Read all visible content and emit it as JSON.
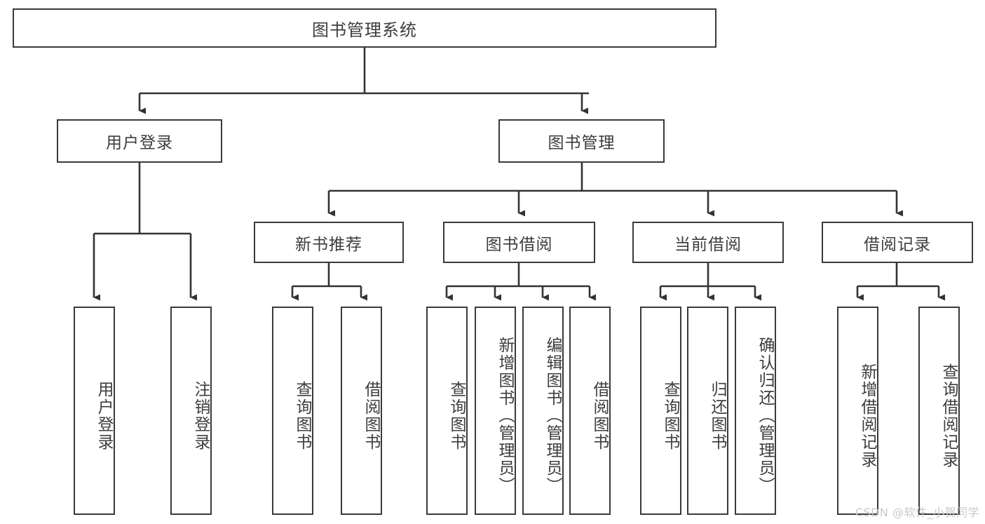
{
  "diagram": {
    "title": "图书管理系统",
    "type": "tree-hierarchy-diagram",
    "watermark": "CSDN @软件_小贺同学",
    "colors": {
      "box_border": "#3a3a3a",
      "box_fill": "#ffffff",
      "connector": "#333333",
      "text": "#3d3d3d",
      "watermark": "#c9c9c9",
      "background": "#ffffff"
    },
    "nodes": {
      "root": {
        "label": "图书管理系统"
      },
      "level2": [
        {
          "id": "user-login",
          "label": "用户登录"
        },
        {
          "id": "book-manage",
          "label": "图书管理"
        }
      ],
      "level3": [
        {
          "id": "new-book-rec",
          "label": "新书推荐"
        },
        {
          "id": "book-borrow",
          "label": "图书借阅"
        },
        {
          "id": "current-borrow",
          "label": "当前借阅"
        },
        {
          "id": "borrow-record",
          "label": "借阅记录"
        }
      ],
      "leaves": {
        "user-login": [
          {
            "id": "leaf-user-login",
            "label": "用户登录"
          },
          {
            "id": "leaf-logout",
            "label": "注销登录"
          }
        ],
        "new-book-rec": [
          {
            "id": "leaf-query-book-1",
            "label": "查询图书"
          },
          {
            "id": "leaf-borrow-book-1",
            "label": "借阅图书"
          }
        ],
        "book-borrow": [
          {
            "id": "leaf-query-book-2",
            "label": "查询图书"
          },
          {
            "id": "leaf-add-book",
            "label": "新增图书（管理员）"
          },
          {
            "id": "leaf-edit-book",
            "label": "编辑图书（管理员）"
          },
          {
            "id": "leaf-borrow-book-2",
            "label": "借阅图书"
          }
        ],
        "current-borrow": [
          {
            "id": "leaf-query-book-3",
            "label": "查询图书"
          },
          {
            "id": "leaf-return-book",
            "label": "归还图书"
          },
          {
            "id": "leaf-confirm-return",
            "label": "确认归还（管理员）"
          }
        ],
        "borrow-record": [
          {
            "id": "leaf-add-record",
            "label": "新增借阅记录"
          },
          {
            "id": "leaf-query-record",
            "label": "查询借阅记录"
          }
        ]
      }
    }
  }
}
